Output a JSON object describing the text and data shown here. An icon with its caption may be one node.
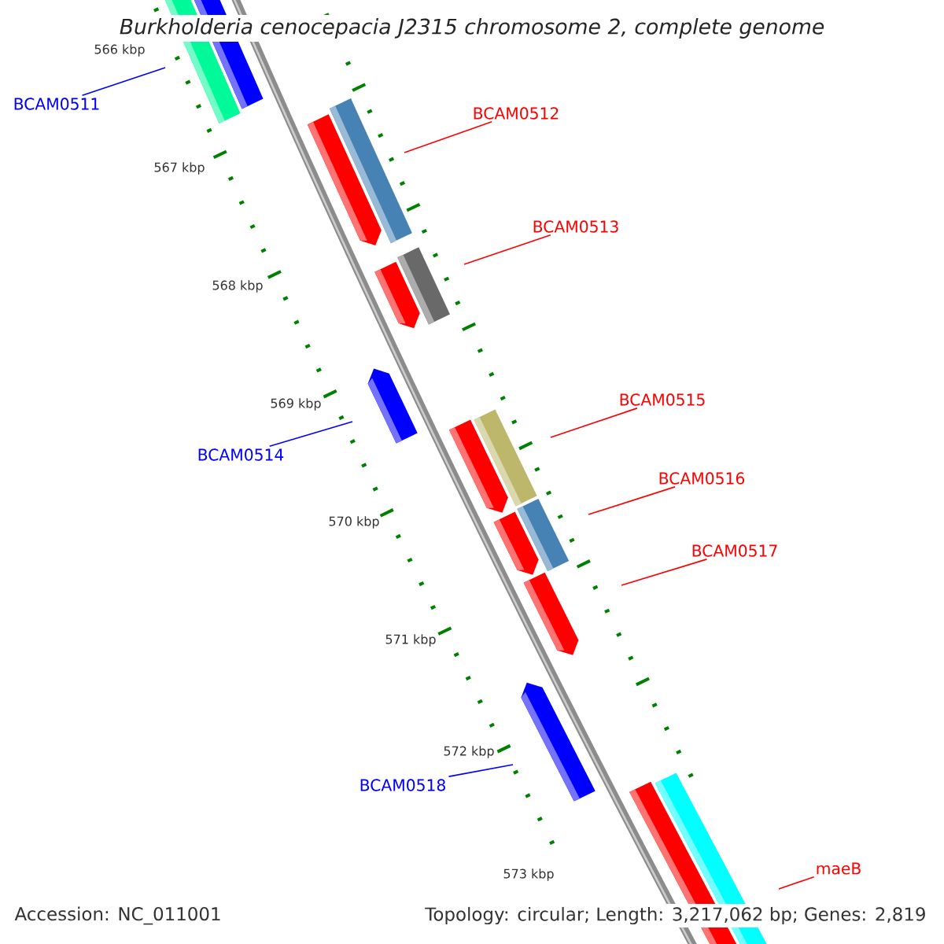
{
  "diagram": {
    "title": "Burkholderia cenocepacia J2315 chromosome 2, complete genome",
    "nodes": [
      {
        "text": [
          "BCAM0511"
        ]
      },
      {
        "text": [
          "BCAM0512"
        ]
      },
      {
        "text": [
          "BCAM0513"
        ]
      },
      {
        "text": [
          "BCAM0514"
        ]
      },
      {
        "text": [
          "BCAM0515"
        ]
      },
      {
        "text": [
          "BCAM0516"
        ]
      },
      {
        "text": [
          "BCAM0517"
        ]
      },
      {
        "text": [
          "BCAM0518"
        ]
      },
      {
        "text": [
          "maeB"
        ]
      }
    ],
    "edges": [
      {
        "from": 0,
        "to": null,
        "arrow": "none",
        "color": "#0000ff"
      },
      {
        "from": 1,
        "to": null,
        "arrow": "none"
      },
      {
        "from": 2,
        "to": null,
        "arrow": "none"
      },
      {
        "from": 3,
        "to": null,
        "arrow": "none",
        "color": "#0000ff"
      },
      {
        "from": 4,
        "to": null,
        "arrow": "none"
      },
      {
        "from": 5,
        "to": null,
        "arrow": "none"
      },
      {
        "from": 6,
        "to": null,
        "arrow": "none"
      },
      {
        "from": 7,
        "to": null,
        "arrow": "none",
        "color": "#0000ff"
      },
      {
        "from": 8,
        "to": null,
        "arrow": "none"
      }
    ],
    "labels": [
      "566 kbp",
      "567 kbp",
      "568 kbp",
      "569 kbp",
      "570 kbp",
      "571 kbp",
      "572 kbp",
      "573 kbp",
      "Accession: NC_011001",
      "Topology: circular; Length: 3,217,062 bp; Genes: 2,819"
    ]
  }
}
